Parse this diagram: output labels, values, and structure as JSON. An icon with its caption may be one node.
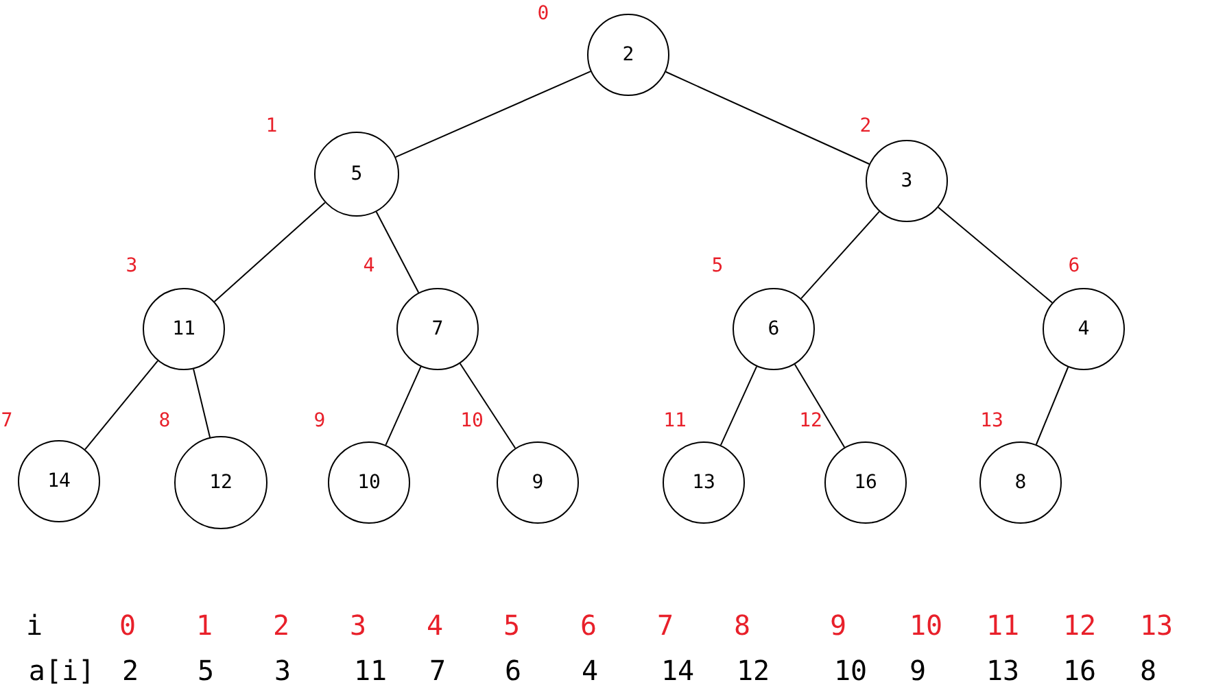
{
  "diagram": {
    "nodes": [
      {
        "text": [
          "2"
        ],
        "beside": [
          "0"
        ]
      },
      {
        "text": [
          "5"
        ],
        "beside": [
          "1"
        ]
      },
      {
        "text": [
          "3"
        ],
        "beside": [
          "2"
        ]
      },
      {
        "text": [
          "11"
        ],
        "beside": [
          "3"
        ]
      },
      {
        "text": [
          "7"
        ],
        "beside": [
          "4"
        ]
      },
      {
        "text": [
          "6"
        ],
        "beside": [
          "5"
        ]
      },
      {
        "text": [
          "4"
        ],
        "beside": [
          "6"
        ]
      },
      {
        "text": [
          "14"
        ],
        "beside": [
          "7"
        ]
      },
      {
        "text": [
          "12"
        ],
        "beside": [
          "8"
        ]
      },
      {
        "text": [
          "10"
        ],
        "beside": [
          "9"
        ]
      },
      {
        "text": [
          "9"
        ],
        "beside": [
          "10"
        ]
      },
      {
        "text": [
          "13"
        ],
        "beside": [
          "11"
        ]
      },
      {
        "text": [
          "16"
        ],
        "beside": [
          "12"
        ]
      },
      {
        "text": [
          "8"
        ],
        "beside": [
          "13"
        ]
      }
    ],
    "edges": [
      {
        "from": 0,
        "to": 1,
        "arrow": "none"
      },
      {
        "from": 0,
        "to": 2,
        "arrow": "none"
      },
      {
        "from": 1,
        "to": 3,
        "arrow": "none"
      },
      {
        "from": 1,
        "to": 4,
        "arrow": "none"
      },
      {
        "from": 2,
        "to": 5,
        "arrow": "none"
      },
      {
        "from": 2,
        "to": 6,
        "arrow": "none"
      },
      {
        "from": 3,
        "to": 7,
        "arrow": "none"
      },
      {
        "from": 3,
        "to": 8,
        "arrow": "none"
      },
      {
        "from": 4,
        "to": 9,
        "arrow": "none"
      },
      {
        "from": 4,
        "to": 10,
        "arrow": "none"
      },
      {
        "from": 5,
        "to": 11,
        "arrow": "none"
      },
      {
        "from": 5,
        "to": 12,
        "arrow": "none"
      },
      {
        "from": 6,
        "to": 13,
        "arrow": "none"
      }
    ],
    "labels": [
      "i",
      "0",
      "1",
      "2",
      "3",
      "4",
      "5",
      "6",
      "7",
      "8",
      "9",
      "10",
      "11",
      "12",
      "13",
      "a[i]",
      "2",
      "5",
      "3",
      "11",
      "7",
      "6",
      "4",
      "14",
      "12",
      "10",
      "9",
      "13",
      "16",
      "8"
    ]
  }
}
